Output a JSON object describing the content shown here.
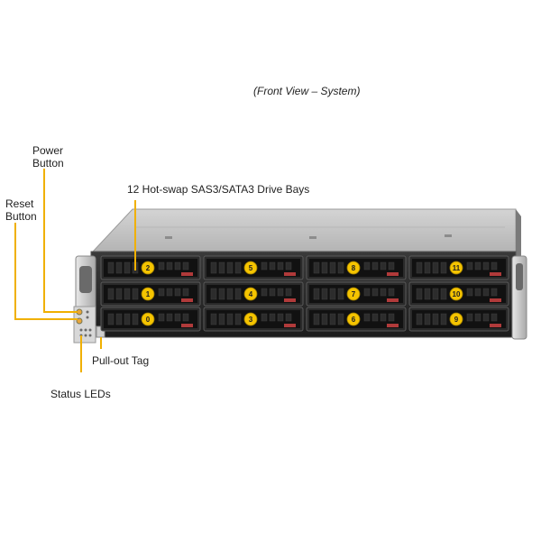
{
  "caption": "(Front View – System)",
  "labels": {
    "power": [
      "Power",
      "Button"
    ],
    "reset": [
      "Reset",
      "Button"
    ],
    "drive_bays": "12 Hot-swap SAS3/SATA3 Drive Bays",
    "pull_out_tag": "Pull-out Tag",
    "status_leds": "Status LEDs"
  },
  "bays": [
    [
      "2",
      "5",
      "8",
      "11"
    ],
    [
      "1",
      "4",
      "7",
      "10"
    ],
    [
      "0",
      "3",
      "6",
      "9"
    ]
  ],
  "colors": {
    "callout": "#f0b000",
    "chassis_top": "#c8c8c8",
    "bay_frame": "#2a2a2a",
    "bay_body": "#111111",
    "bay_number": "#f5c400",
    "release_tab": "#b03a3a"
  }
}
